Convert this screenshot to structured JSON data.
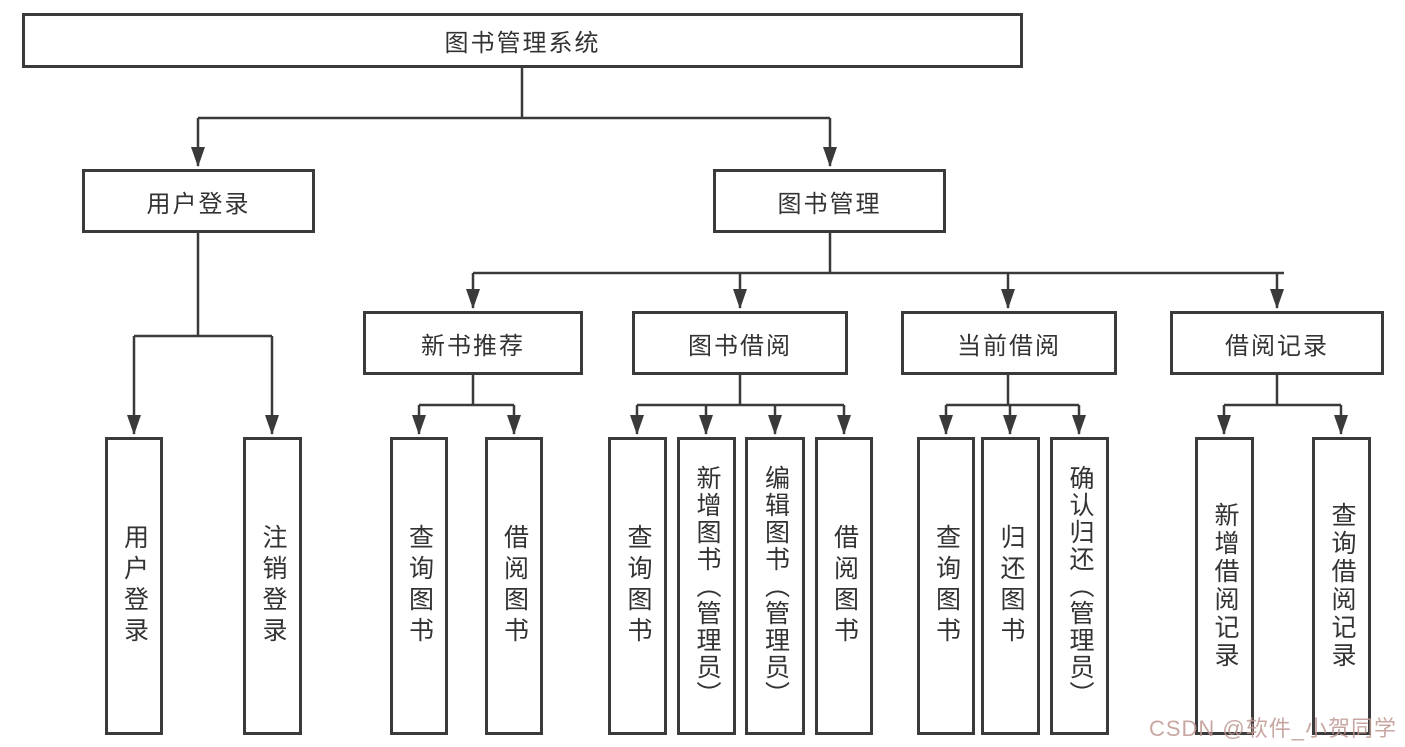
{
  "diagram": {
    "root": {
      "label": "图书管理系统"
    },
    "branches": [
      {
        "label": "用户登录",
        "children": [
          {
            "label": "用户登录"
          },
          {
            "label": "注销登录"
          }
        ]
      },
      {
        "label": "图书管理",
        "children": [
          {
            "label": "新书推荐",
            "children": [
              {
                "label": "查询图书"
              },
              {
                "label": "借阅图书"
              }
            ]
          },
          {
            "label": "图书借阅",
            "children": [
              {
                "label": "查询图书"
              },
              {
                "label": "新增图书（管理员）"
              },
              {
                "label": "编辑图书（管理员）"
              },
              {
                "label": "借阅图书"
              }
            ]
          },
          {
            "label": "当前借阅",
            "children": [
              {
                "label": "查询图书"
              },
              {
                "label": "归还图书"
              },
              {
                "label": "确认归还（管理员）"
              }
            ]
          },
          {
            "label": "借阅记录",
            "children": [
              {
                "label": "新增借阅记录"
              },
              {
                "label": "查询借阅记录"
              }
            ]
          }
        ]
      }
    ]
  },
  "watermark": {
    "text": "CSDN @软件_小贺同学"
  },
  "colors": {
    "line": "#3a3a3a",
    "box_border": "#3a3a3a",
    "text": "#333333",
    "background": "#ffffff",
    "watermark": "#be9892"
  }
}
